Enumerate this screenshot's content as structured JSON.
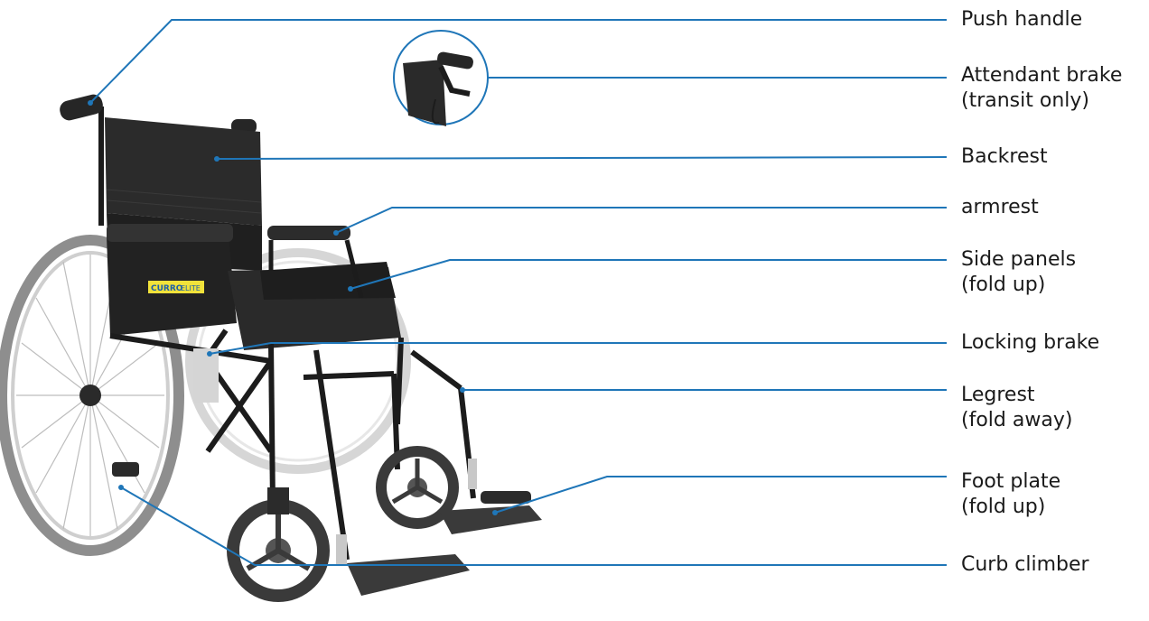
{
  "callouts": [
    {
      "id": "push-handle",
      "lines": [
        "Push handle"
      ]
    },
    {
      "id": "attendant-brake",
      "lines": [
        "Attendant brake",
        "(transit only)"
      ]
    },
    {
      "id": "backrest",
      "lines": [
        "Backrest"
      ]
    },
    {
      "id": "armrest",
      "lines": [
        "armrest"
      ]
    },
    {
      "id": "side-panels",
      "lines": [
        "Side panels",
        "(fold up)"
      ]
    },
    {
      "id": "locking-brake",
      "lines": [
        "Locking brake"
      ]
    },
    {
      "id": "legrest",
      "lines": [
        "Legrest",
        "(fold away)"
      ]
    },
    {
      "id": "foot-plate",
      "lines": [
        "Foot plate",
        "(fold up)"
      ]
    },
    {
      "id": "curb-climber",
      "lines": [
        "Curb climber"
      ]
    }
  ],
  "badge": {
    "brand": "CURRO",
    "model": "ELITE"
  },
  "colors": {
    "leader": "#1f76b8",
    "frame": "#1c1c1c",
    "tyre": "#9a9a9a",
    "badge_bg": "#f1e23a",
    "badge_fg": "#1c5fa8"
  }
}
